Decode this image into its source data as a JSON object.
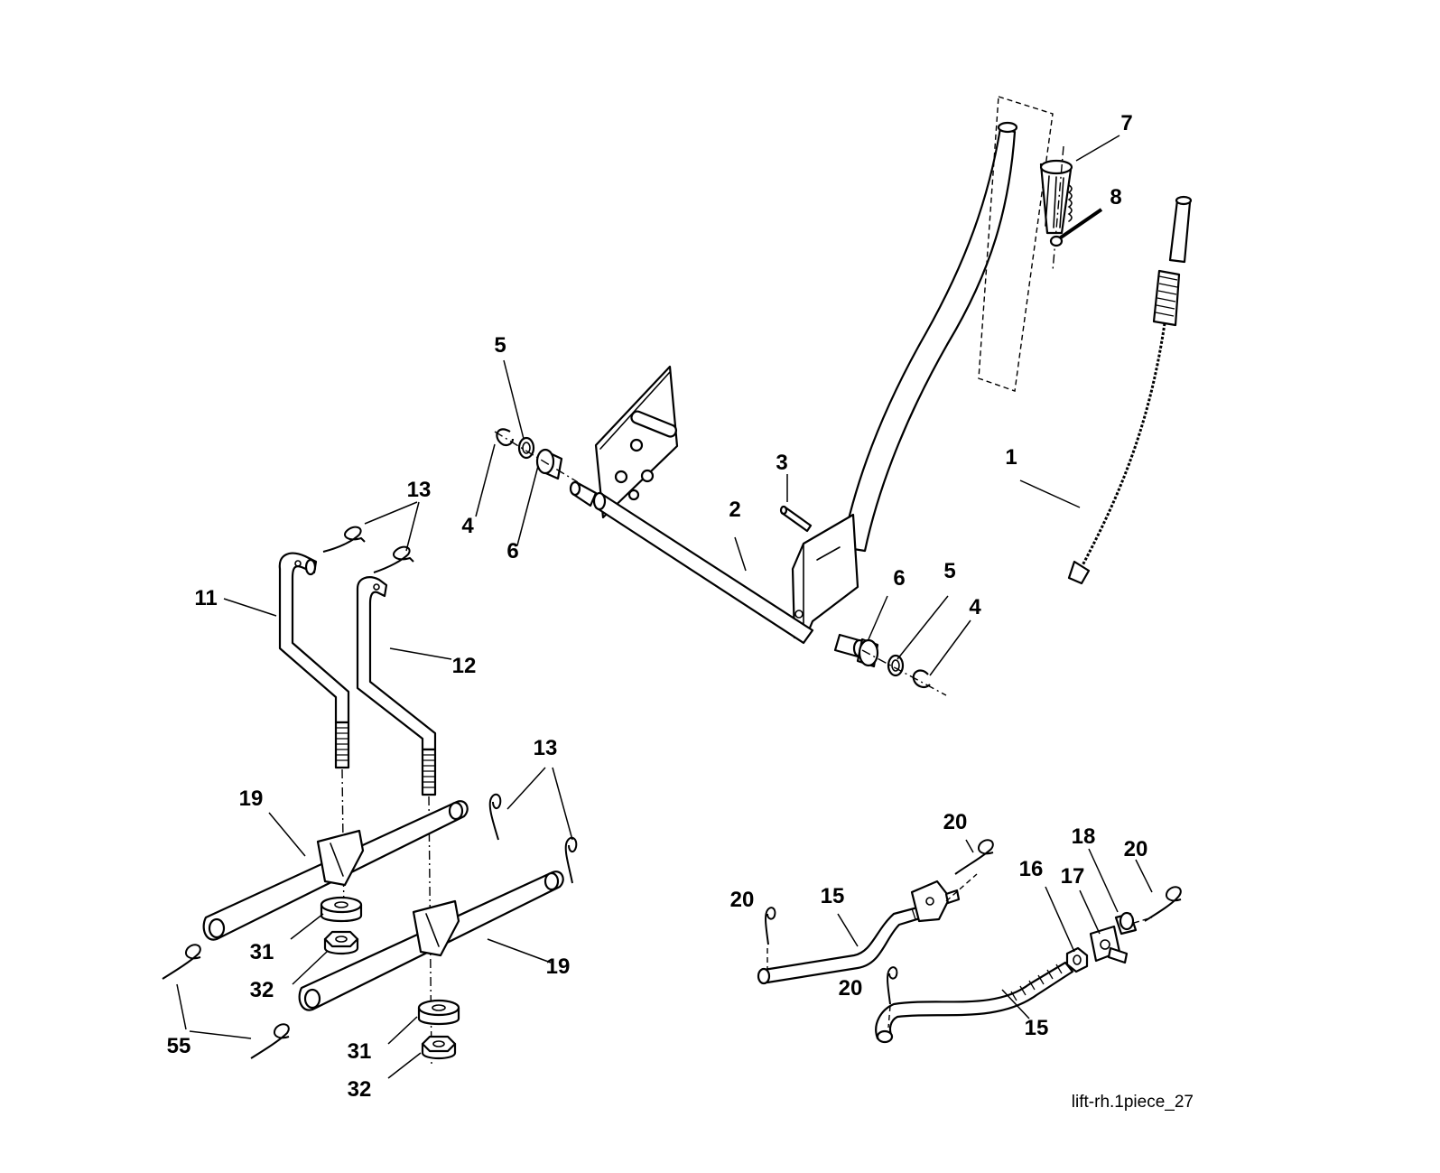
{
  "caption": "lift-rh.1piece_27",
  "callouts": [
    {
      "id": "c1",
      "text": "1"
    },
    {
      "id": "c2",
      "text": "2"
    },
    {
      "id": "c3",
      "text": "3"
    },
    {
      "id": "c4a",
      "text": "4"
    },
    {
      "id": "c4b",
      "text": "4"
    },
    {
      "id": "c5a",
      "text": "5"
    },
    {
      "id": "c5b",
      "text": "5"
    },
    {
      "id": "c6a",
      "text": "6"
    },
    {
      "id": "c6b",
      "text": "6"
    },
    {
      "id": "c7",
      "text": "7"
    },
    {
      "id": "c8",
      "text": "8"
    },
    {
      "id": "c11",
      "text": "11"
    },
    {
      "id": "c12",
      "text": "12"
    },
    {
      "id": "c13a",
      "text": "13"
    },
    {
      "id": "c13b",
      "text": "13"
    },
    {
      "id": "c15a",
      "text": "15"
    },
    {
      "id": "c15b",
      "text": "15"
    },
    {
      "id": "c16",
      "text": "16"
    },
    {
      "id": "c17",
      "text": "17"
    },
    {
      "id": "c18",
      "text": "18"
    },
    {
      "id": "c19a",
      "text": "19"
    },
    {
      "id": "c19b",
      "text": "19"
    },
    {
      "id": "c20a",
      "text": "20"
    },
    {
      "id": "c20b",
      "text": "20"
    },
    {
      "id": "c20c",
      "text": "20"
    },
    {
      "id": "c20d",
      "text": "20"
    },
    {
      "id": "c31a",
      "text": "31"
    },
    {
      "id": "c31b",
      "text": "31"
    },
    {
      "id": "c32a",
      "text": "32"
    },
    {
      "id": "c32b",
      "text": "32"
    },
    {
      "id": "c55",
      "text": "55"
    }
  ]
}
